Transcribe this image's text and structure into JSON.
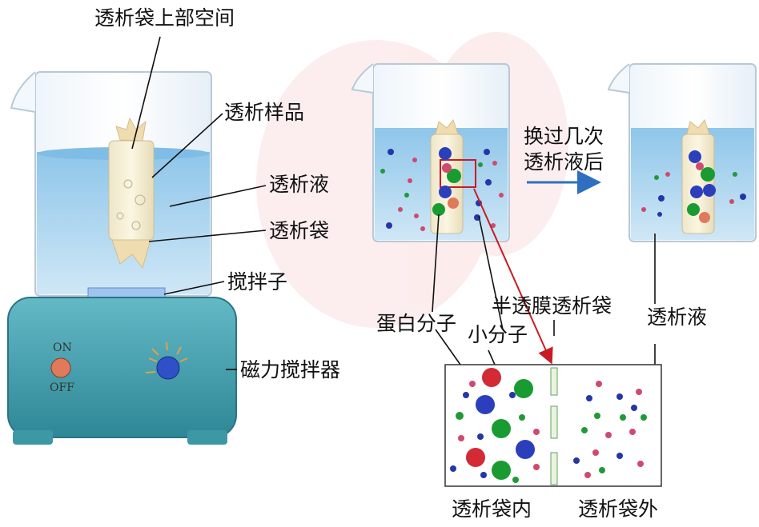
{
  "labels": {
    "bag_top_space": "透析袋上部空间",
    "sample": "透析样品",
    "dialysate": "透析液",
    "bag": "透析袋",
    "stir_bar": "搅拌子",
    "magnetic_stirrer": "磁力搅拌器",
    "switch_on": "ON",
    "switch_off": "OFF",
    "after_change_line1": "换过几次",
    "after_change_line2": "透析液后",
    "protein": "蛋白分子",
    "small_molecule": "小分子",
    "membrane": "半透膜透析袋",
    "dialysate_right": "透析液",
    "inside_bag": "透析袋内",
    "outside_bag": "透析袋外"
  },
  "colors": {
    "protein_red": "#d42a35",
    "protein_blue": "#2b3fbd",
    "protein_green": "#199b32",
    "small_pink": "#cf4a6e",
    "small_blue": "#2436a8",
    "small_green": "#1f9a38",
    "liquid": "#a9d3ee",
    "stirrer_body": "#4aa6b4",
    "arrow_blue": "#2e6fc0",
    "arrow_red": "#c81c24"
  }
}
